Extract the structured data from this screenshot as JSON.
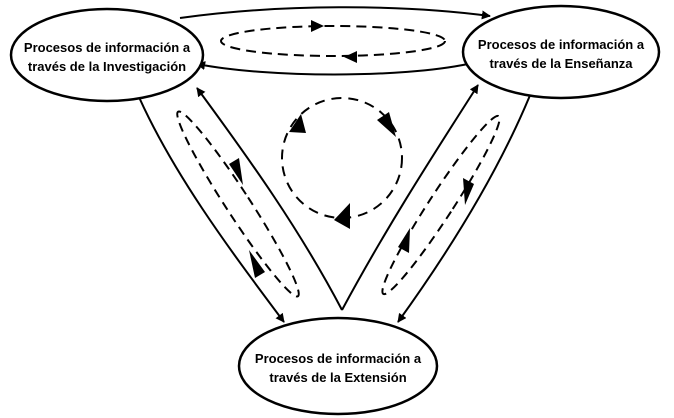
{
  "colors": {
    "stroke": "#000000",
    "background": "#ffffff"
  },
  "nodes": {
    "investigation": {
      "line1": "Procesos de información a",
      "line2": "través de la Investigación"
    },
    "teaching": {
      "line1": "Procesos de información a",
      "line2": "través de la Enseñanza"
    },
    "extension": {
      "line1": "Procesos de información a",
      "line2": "través de la Extensión"
    }
  }
}
